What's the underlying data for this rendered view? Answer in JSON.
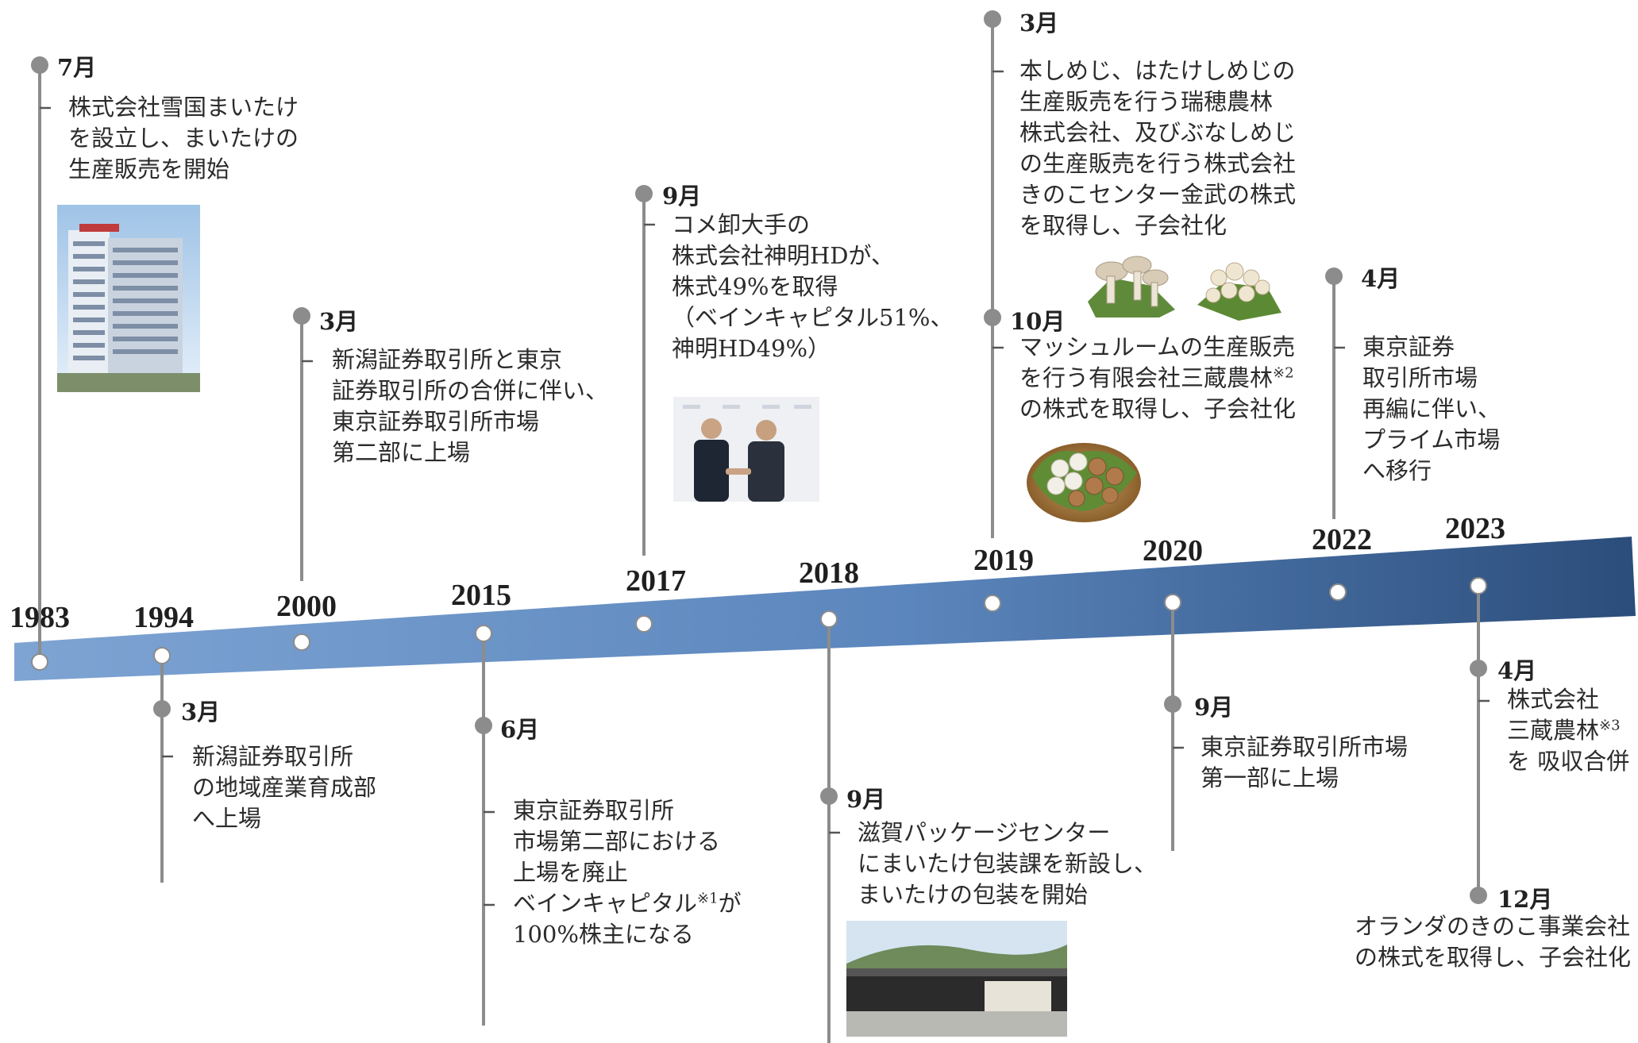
{
  "timeline": {
    "colors": {
      "band_start": "#6f98cc",
      "band_end": "#2c4f7d",
      "connector": "#8c8c8c",
      "node_fill": "#ffffff"
    },
    "years": [
      "1983",
      "1994",
      "2000",
      "2015",
      "2017",
      "2018",
      "2019",
      "2020",
      "2022",
      "2023"
    ]
  },
  "events": {
    "e1983_jul": {
      "month": "7月",
      "lines": [
        "株式会社雪国まいたけ",
        "を設立し、まいたけの",
        "生産販売を開始"
      ],
      "image": "company-building-photo"
    },
    "e1994_mar": {
      "month": "3月",
      "lines": [
        "新潟証券取引所",
        "の地域産業育成部",
        "へ上場"
      ]
    },
    "e2000_mar": {
      "month": "3月",
      "lines": [
        "新潟証券取引所と東京",
        "証券取引所の合併に伴い、",
        "東京証券取引所市場",
        "第二部に上場"
      ]
    },
    "e2015_jun": {
      "month": "6月",
      "lines": [
        "東京証券取引所",
        "市場第二部における",
        "上場を廃止"
      ],
      "lines2_pre": "ベインキャピタル",
      "lines2_sup": "※1",
      "lines2_post": "が",
      "lines2_last": "100%株主になる"
    },
    "e2017_sep": {
      "month": "9月",
      "lines": [
        "コメ卸大手の",
        "株式会社神明HDが、",
        "株式49%を取得",
        "（ベインキャピタル51%、",
        "神明HD49%）"
      ],
      "image": "handshake-photo"
    },
    "e2018_sep": {
      "month": "9月",
      "lines": [
        "滋賀パッケージセンター",
        "にまいたけ包装課を新設し、",
        "まいたけの包装を開始"
      ],
      "image": "package-center-photo"
    },
    "e2019_mar": {
      "month": "3月",
      "lines": [
        "本しめじ、はたけしめじの",
        "生産販売を行う瑞穂農林",
        "株式会社、及びぶなしめじ",
        "の生産販売を行う株式会社",
        "きのこセンター金武の株式",
        "を取得し、子会社化"
      ],
      "image": "shimeji-photos"
    },
    "e2019_oct": {
      "month": "10月",
      "line1": "マッシュルームの生産販売",
      "line2_pre": "を行う有限会社三蔵農林",
      "line2_sup": "※2",
      "line3": "の株式を取得し、子会社化",
      "image": "mushroom-basket-photo"
    },
    "e2020_sep": {
      "month": "9月",
      "lines": [
        "東京証券取引所市場",
        "第一部に上場"
      ]
    },
    "e2022_apr": {
      "month": "4月",
      "lines": [
        "東京証券",
        "取引所市場",
        "再編に伴い、",
        "プライム市場",
        "へ移行"
      ]
    },
    "e2023_apr": {
      "month": "4月",
      "line1": "株式会社",
      "line2_pre": "三蔵農林",
      "line2_sup": "※3",
      "line3": "を 吸収合併"
    },
    "e2023_dec": {
      "month": "12月",
      "lines": [
        "オランダのきのこ事業会社",
        "の株式を取得し、子会社化"
      ]
    }
  }
}
